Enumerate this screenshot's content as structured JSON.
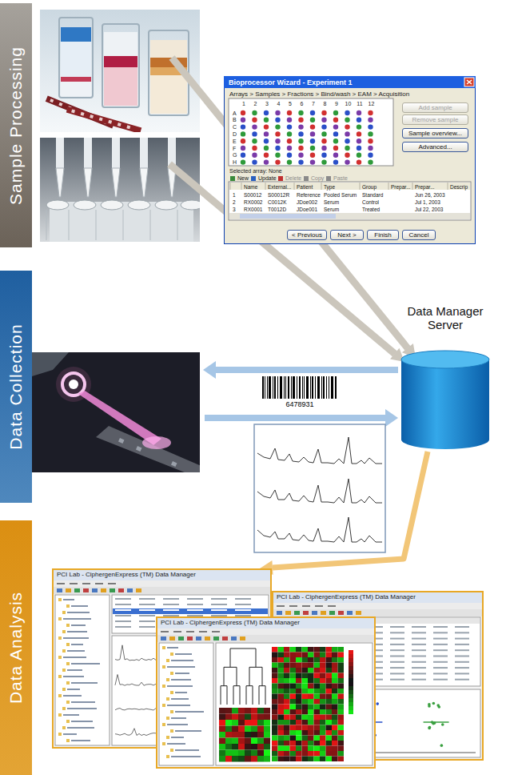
{
  "diagram": {
    "nodes": [
      {
        "text": [
          "Sample Processing"
        ]
      },
      {
        "text": [
          "Data Collection"
        ]
      },
      {
        "text": [
          "Data Analysis"
        ]
      },
      {
        "text": [
          "Bioprocessor Wizard - Experiment 1",
          "Arrays > Samples > Fractions > Bind/wash > EAM > Acquisition"
        ]
      },
      {
        "text": [
          "Add sample"
        ],
        "in": 3
      },
      {
        "text": [
          "Remove sample"
        ],
        "in": 3
      },
      {
        "text": [
          "Sample overview..."
        ],
        "in": 3
      },
      {
        "text": [
          "Advanced..."
        ],
        "in": 3
      },
      {
        "text": [
          "< Previous"
        ],
        "in": 3
      },
      {
        "text": [
          "Next >"
        ],
        "in": 3
      },
      {
        "text": [
          "Finish"
        ],
        "in": 3
      },
      {
        "text": [
          "Cancel"
        ],
        "in": 3
      },
      {
        "text": [
          "Data Manager Server"
        ]
      },
      {
        "text": [
          "PCI Lab - CiphergenExpress (TM) Data Manager"
        ]
      },
      {
        "text": [
          "PCI Lab - CiphergenExpress (TM) Data Manager"
        ]
      },
      {
        "text": [
          "PCI Lab - CiphergenExpress (TM) Data Manager"
        ]
      }
    ],
    "edges": [
      {
        "from": 12,
        "to": 13,
        "arrow": "to"
      }
    ],
    "labels": [
      "1",
      "2",
      "3",
      "4",
      "5",
      "6",
      "7",
      "8",
      "9",
      "10",
      "11",
      "12",
      "A",
      "B",
      "C",
      "D",
      "E",
      "F",
      "G",
      "H",
      "Selected array: None",
      "New",
      "Update",
      "Delete",
      "Copy",
      "Paste",
      "Name",
      "External...",
      "Patient",
      "Type",
      "Group",
      "Prepar...",
      "Prepar...",
      "Descrip",
      "1",
      "S00012",
      "S00012R",
      "Reference",
      "Pooled Serum",
      "Standard",
      "Jun 26, 2003",
      "2",
      "RX0002",
      "C0012K",
      "JDoe002",
      "Serum",
      "Control",
      "Jul 1, 2003",
      "3",
      "RX0001",
      "T0012D",
      "JDoe001",
      "Serum",
      "Treated",
      "Jul 22, 2003",
      "6478931"
    ]
  }
}
